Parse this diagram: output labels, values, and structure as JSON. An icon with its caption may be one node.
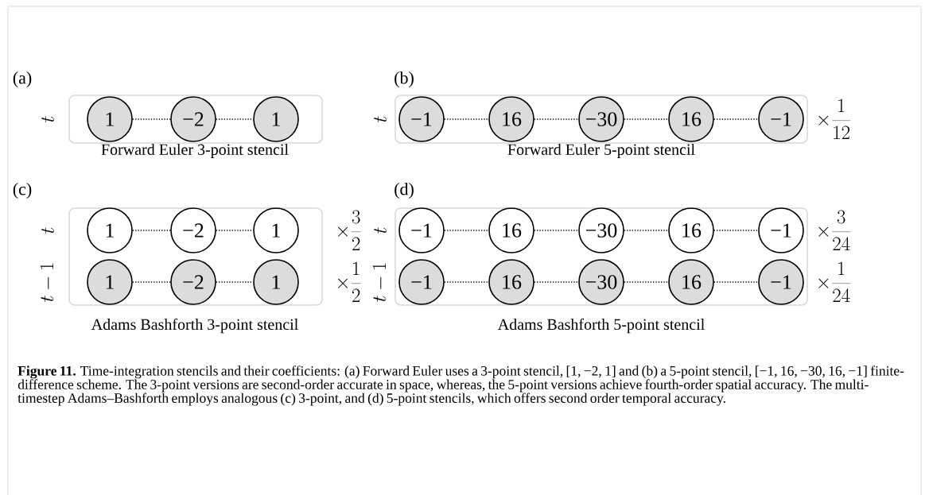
{
  "diagram": {
    "caption": "**Figure 11.** Time-integration stencils and their coefficients: (a) Forward Euler uses a 3-point stencil, [1, −2, 1] and (b) a 5-point stencil, [−1, 16, −30, 16, −1] finite-difference scheme. The 3-point versions are second-order accurate in space, whereas, the 5-point versions achieve fourth-order spatial accuracy. The multi-timestep Adams–Bashforth employs analogous (c) 3-point, and (d) 5-point stencils, which offers second order temporal accuracy.",
    "nodes": [
      {
        "text": [
          "(a)",
          "Forward Euler 3-point stencil"
        ]
      },
      {
        "text": [
          "1"
        ],
        "in": 0
      },
      {
        "text": [
          "−2"
        ],
        "in": 0
      },
      {
        "text": [
          "1"
        ],
        "in": 0
      },
      {
        "text": [
          "(b)",
          "Forward Euler 5-point stencil"
        ]
      },
      {
        "text": [
          "−1"
        ],
        "in": 4
      },
      {
        "text": [
          "16"
        ],
        "in": 4
      },
      {
        "text": [
          "−30"
        ],
        "in": 4
      },
      {
        "text": [
          "16"
        ],
        "in": 4
      },
      {
        "text": [
          "−1"
        ],
        "in": 4
      },
      {
        "text": [
          "(c)",
          "Adams Bashforth 3-point stencil"
        ]
      },
      {
        "text": [
          "1"
        ],
        "in": 10
      },
      {
        "text": [
          "−2"
        ],
        "in": 10
      },
      {
        "text": [
          "1"
        ],
        "in": 10
      },
      {
        "text": [
          "1"
        ],
        "in": 10
      },
      {
        "text": [
          "−2"
        ],
        "in": 10
      },
      {
        "text": [
          "1"
        ],
        "in": 10
      },
      {
        "text": [
          "(d)",
          "Adams Bashforth 5-point stencil"
        ]
      },
      {
        "text": [
          "−1"
        ],
        "in": 17
      },
      {
        "text": [
          "16"
        ],
        "in": 17
      },
      {
        "text": [
          "−30"
        ],
        "in": 17
      },
      {
        "text": [
          "16"
        ],
        "in": 17
      },
      {
        "text": [
          "−1"
        ],
        "in": 17
      },
      {
        "text": [
          "−1"
        ],
        "in": 17
      },
      {
        "text": [
          "16"
        ],
        "in": 17
      },
      {
        "text": [
          "−30"
        ],
        "in": 17
      },
      {
        "text": [
          "16"
        ],
        "in": 17
      },
      {
        "text": [
          "−1"
        ],
        "in": 17
      }
    ],
    "edges": [
      {
        "from": 1,
        "to": 2,
        "arrow": "none"
      },
      {
        "from": 2,
        "to": 3,
        "arrow": "none"
      },
      {
        "from": 5,
        "to": 6,
        "arrow": "none"
      },
      {
        "from": 6,
        "to": 7,
        "arrow": "none"
      },
      {
        "from": 7,
        "to": 8,
        "arrow": "none"
      },
      {
        "from": 8,
        "to": 9,
        "arrow": "none"
      },
      {
        "from": 11,
        "to": 12,
        "arrow": "none"
      },
      {
        "from": 12,
        "to": 13,
        "arrow": "none"
      },
      {
        "from": 14,
        "to": 15,
        "arrow": "none"
      },
      {
        "from": 15,
        "to": 16,
        "arrow": "none"
      },
      {
        "from": 18,
        "to": 19,
        "arrow": "none"
      },
      {
        "from": 19,
        "to": 20,
        "arrow": "none"
      },
      {
        "from": 20,
        "to": 21,
        "arrow": "none"
      },
      {
        "from": 21,
        "to": 22,
        "arrow": "none"
      },
      {
        "from": 23,
        "to": 24,
        "arrow": "none"
      },
      {
        "from": 24,
        "to": 25,
        "arrow": "none"
      },
      {
        "from": 25,
        "to": 26,
        "arrow": "none"
      },
      {
        "from": 26,
        "to": 27,
        "arrow": "none"
      }
    ],
    "labels": [
      "t",
      "t",
      "\\times\\frac{1}{12}",
      "t",
      "\\times\\frac{3}{2}",
      "t-1",
      "\\times\\frac{1}{2}",
      "t",
      "\\times\\frac{3}{24}",
      "t-1",
      "\\times\\frac{1}{24}"
    ]
  }
}
